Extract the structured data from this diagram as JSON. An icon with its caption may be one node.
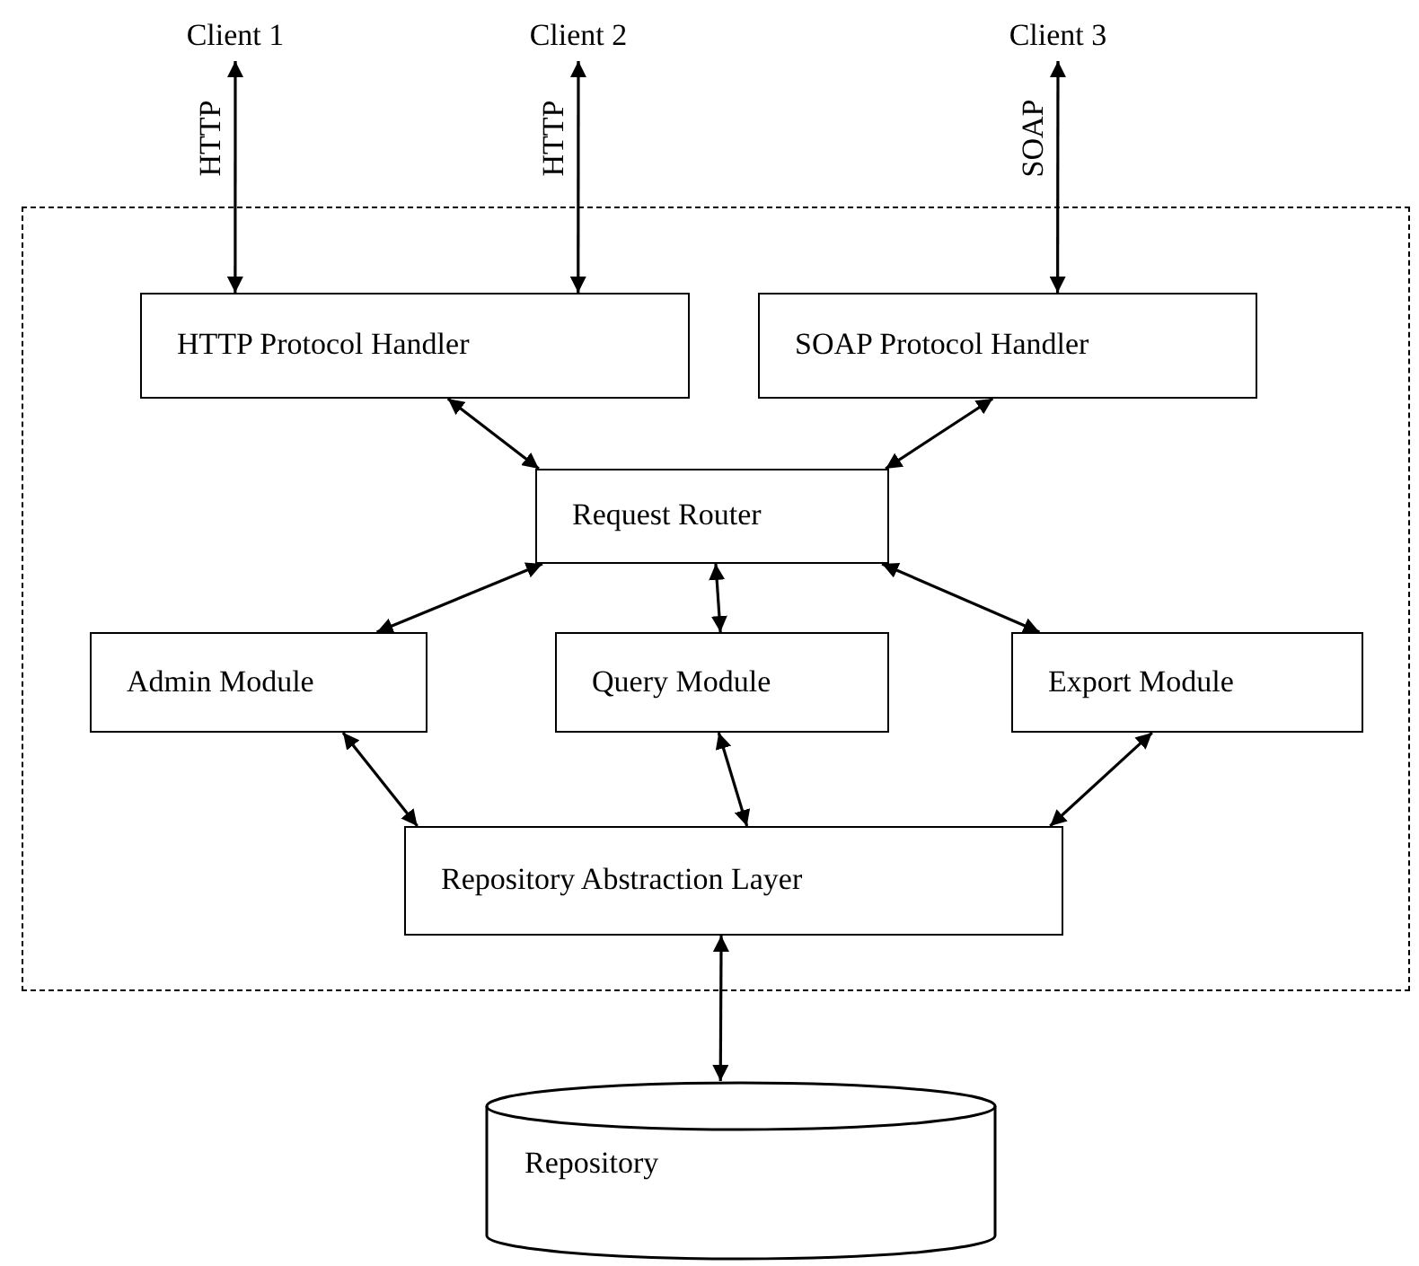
{
  "diagram": {
    "nodes": [
      {
        "text": [
          "Client 1"
        ]
      },
      {
        "text": [
          "Client 2"
        ]
      },
      {
        "text": [
          "Client 3"
        ]
      },
      {
        "text": [],
        "shape": "box"
      },
      {
        "text": [
          "HTTP Protocol Handler"
        ],
        "in": 3
      },
      {
        "text": [
          "SOAP Protocol Handler"
        ],
        "in": 3
      },
      {
        "text": [
          "Request Router"
        ],
        "in": 3
      },
      {
        "text": [
          "Admin Module"
        ],
        "in": 3
      },
      {
        "text": [
          "Query Module"
        ],
        "in": 3
      },
      {
        "text": [
          "Export Module"
        ],
        "in": 3
      },
      {
        "text": [
          "Repository Abstraction Layer"
        ],
        "in": 3
      },
      {
        "text": [
          "Repository"
        ]
      }
    ],
    "edges": [
      {
        "from": 0,
        "to": 4,
        "arrow": "both",
        "label": "HTTP"
      },
      {
        "from": 1,
        "to": 4,
        "arrow": "both",
        "label": "HTTP"
      },
      {
        "from": 2,
        "to": 5,
        "arrow": "both",
        "label": "SOAP"
      },
      {
        "from": 4,
        "to": 6,
        "arrow": "both"
      },
      {
        "from": 5,
        "to": 6,
        "arrow": "both"
      },
      {
        "from": 6,
        "to": 7,
        "arrow": "both"
      },
      {
        "from": 6,
        "to": 8,
        "arrow": "both"
      },
      {
        "from": 6,
        "to": 9,
        "arrow": "both"
      },
      {
        "from": 7,
        "to": 10,
        "arrow": "both"
      },
      {
        "from": 8,
        "to": 10,
        "arrow": "both"
      },
      {
        "from": 9,
        "to": 10,
        "arrow": "both"
      },
      {
        "from": 10,
        "to": 11,
        "arrow": "both"
      }
    ]
  }
}
